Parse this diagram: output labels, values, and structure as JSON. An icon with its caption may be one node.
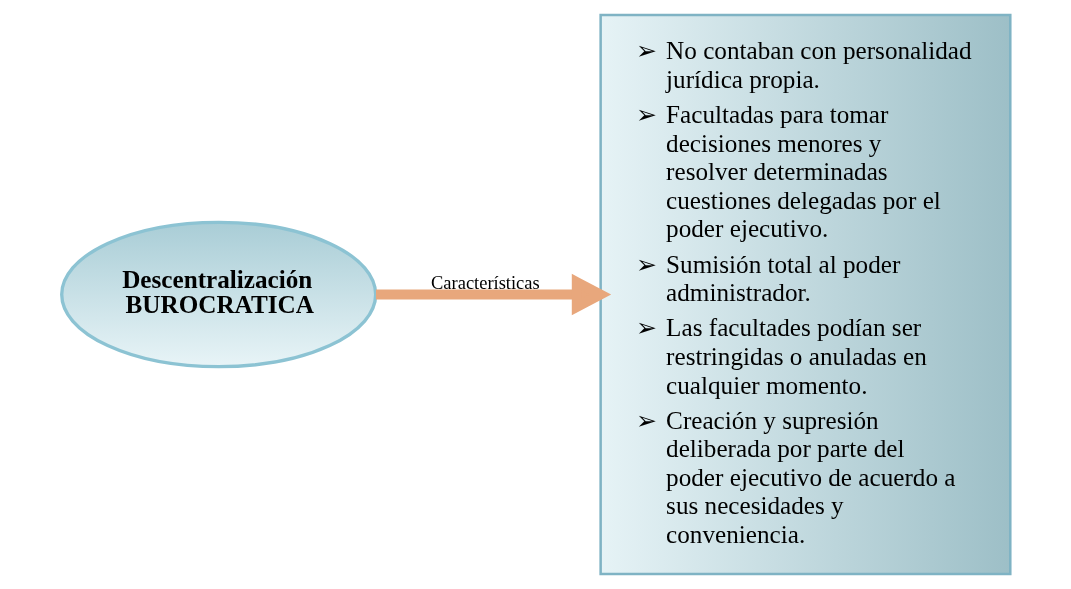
{
  "diagram": {
    "nodes": [
      {
        "text": [
          "Descentralización BUROCRATICA"
        ]
      },
      {
        "text": [
          "➢ No contaban con personalidad jurídica propia.",
          "➢ Facultadas para tomar decisiones menores y resolver determinadas cuestiones delegadas por el poder ejecutivo.",
          "➢ Sumisión total al poder administrador.",
          "➢ Las facultades podían ser restringidas o anuladas en cualquier momento.",
          "➢ Creación y supresión deliberada por parte del poder ejecutivo de acuerdo a sus necesidades y conveniencia."
        ]
      }
    ],
    "edges": [
      {
        "from": 0,
        "to": 1,
        "arrow": "to",
        "label": "Características"
      }
    ]
  }
}
